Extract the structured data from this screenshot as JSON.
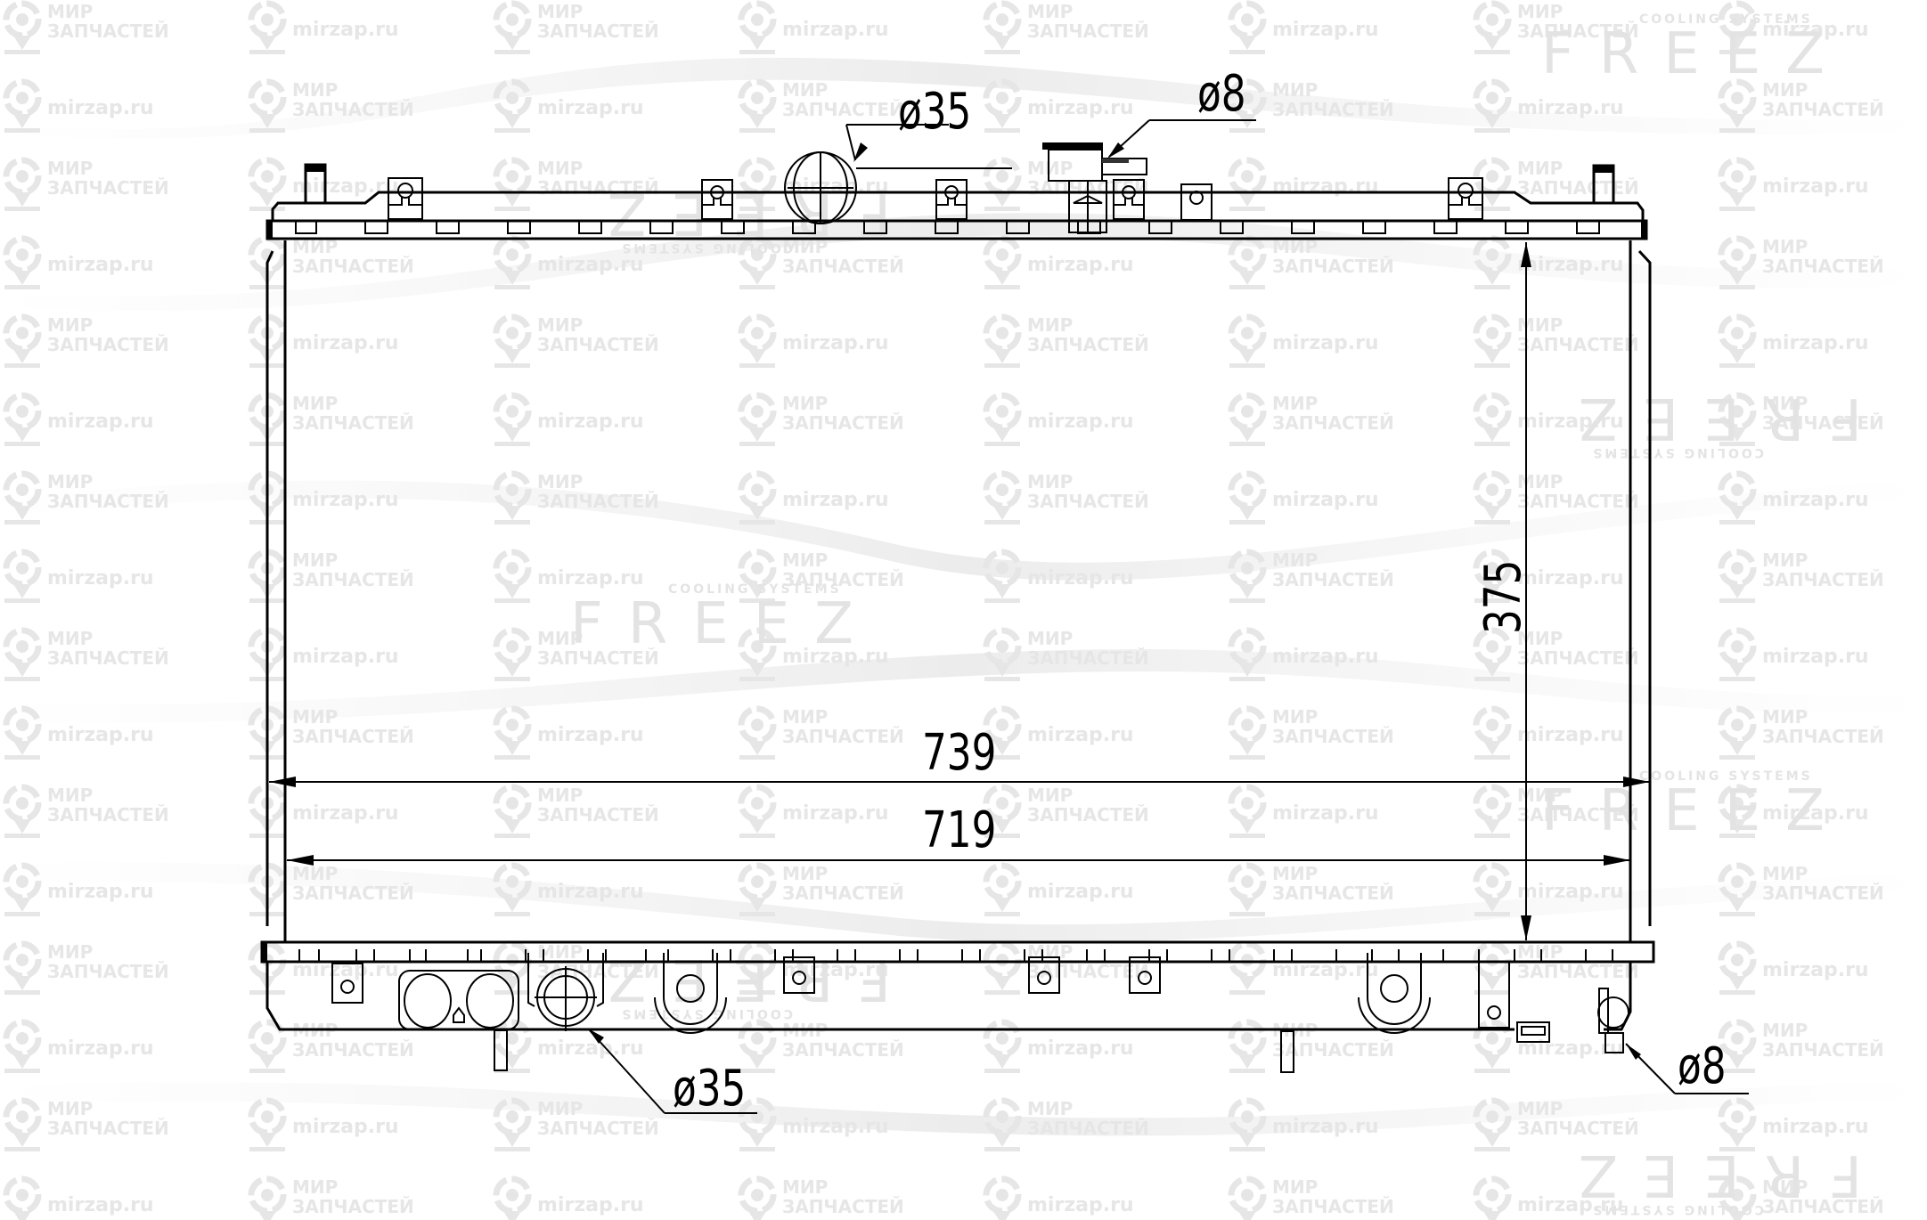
{
  "watermark": {
    "line1": "МИР",
    "line2": "ЗАПЧАСТЕЙ",
    "site": "mirzap.ru",
    "brand": "FREEZ",
    "brand_caption": "COOLING SYSTEMS",
    "color": "#e6e6e6"
  },
  "drawing": {
    "subject": "radiator",
    "line_color": "#000000",
    "background": "#ffffff"
  },
  "dimensions": {
    "overall_width": "739",
    "core_width": "719",
    "core_height": "375",
    "top_inlet": "ø35",
    "top_bleed": "ø8",
    "bottom_outlet": "ø35",
    "bottom_drain": "ø8"
  }
}
